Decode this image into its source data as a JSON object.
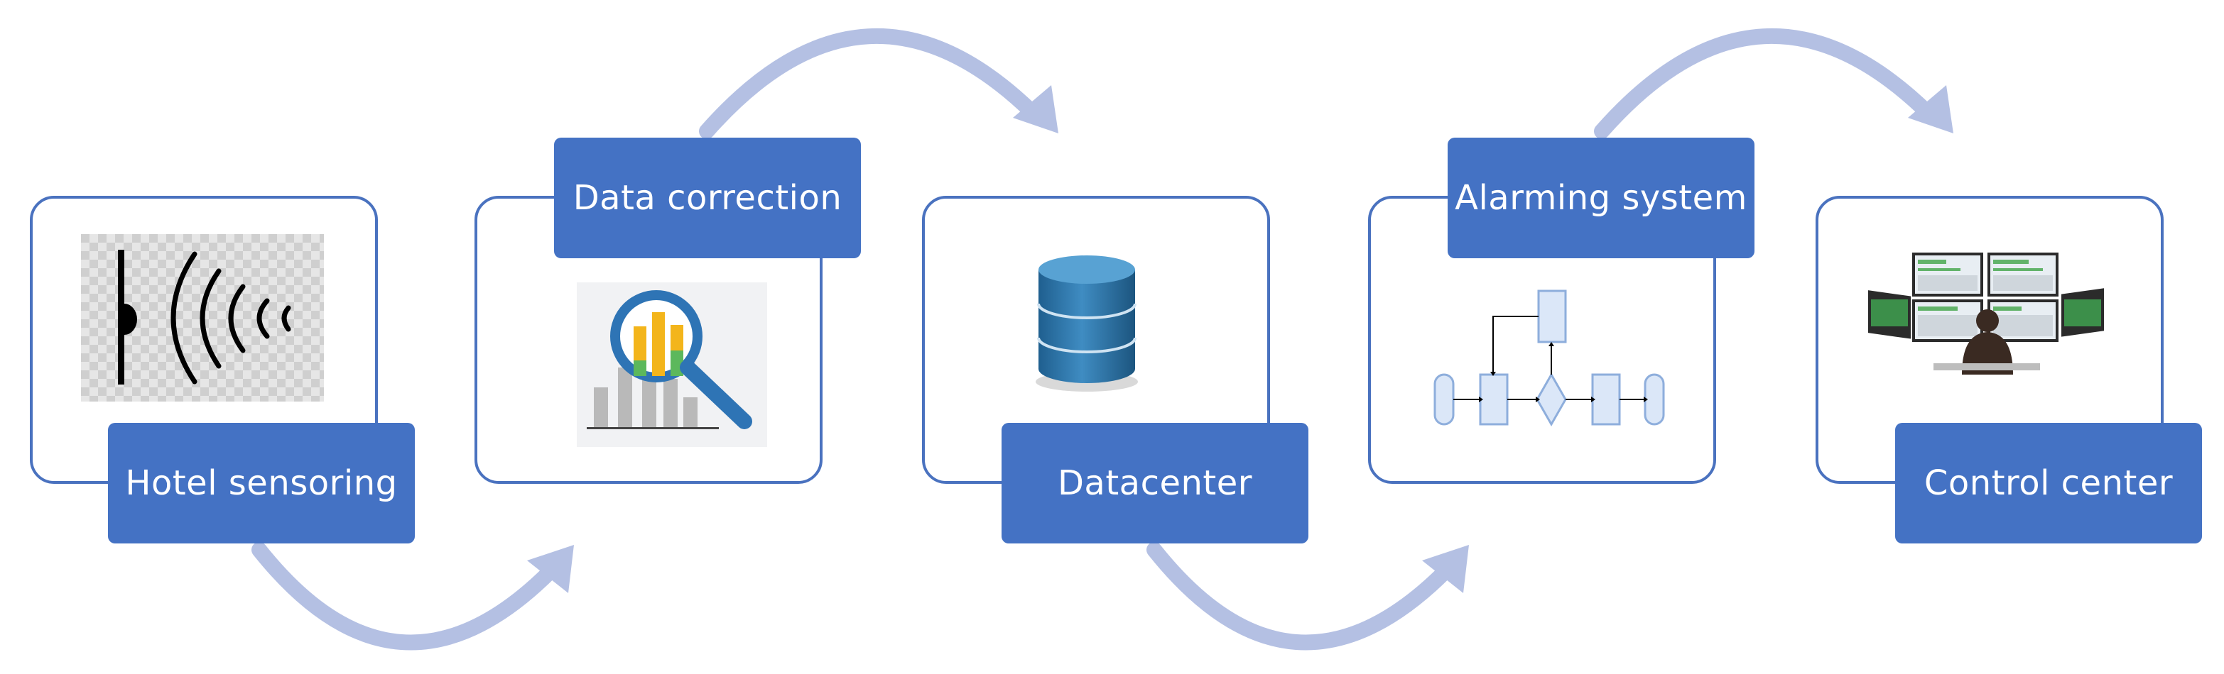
{
  "steps": [
    {
      "label": "Hotel sensoring",
      "icon": "sensor-waves-icon"
    },
    {
      "label": "Data correction",
      "icon": "magnifier-chart-icon"
    },
    {
      "label": "Datacenter",
      "icon": "database-icon"
    },
    {
      "label": "Alarming system",
      "icon": "flowchart-icon"
    },
    {
      "label": "Control center",
      "icon": "control-room-monitors-icon"
    }
  ],
  "colors": {
    "label_fill": "#4472c4",
    "frame_stroke": "#4a72bf",
    "arrow": "#b4c0e3",
    "label_text": "#ffffff"
  }
}
